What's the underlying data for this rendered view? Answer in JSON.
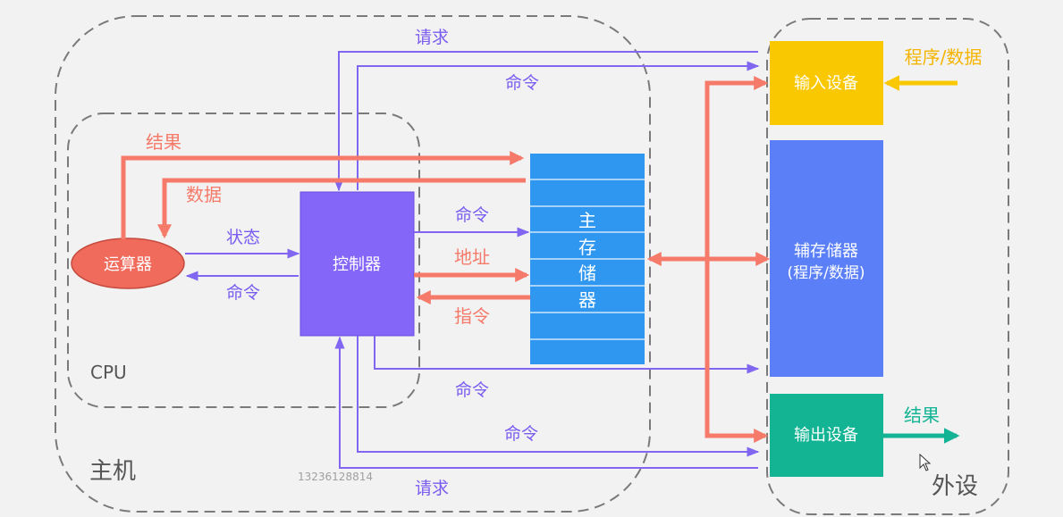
{
  "regions": {
    "host": "主机",
    "cpu": "CPU",
    "peripheral": "外设"
  },
  "blocks": {
    "alu": "运算器",
    "controller": "控制器",
    "main_memory": [
      "主",
      "存",
      "储",
      "器"
    ],
    "input_device": "输入设备",
    "aux_storage": "辅存储器",
    "aux_storage_sub": "(程序/数据)",
    "output_device": "输出设备"
  },
  "labels": {
    "request_top": "请求",
    "command_top": "命令",
    "result": "结果",
    "data": "数据",
    "status": "状态",
    "command_alu": "命令",
    "command_mem": "命令",
    "address": "地址",
    "instruction": "指令",
    "command_low1": "命令",
    "command_low2": "命令",
    "request_bottom": "请求",
    "program_data": "程序/数据",
    "output_result": "结果",
    "watermark": "13236128814"
  },
  "colors": {
    "purple": "#8066f0",
    "salmon": "#f57a6a",
    "alu_fill": "#f06b5c",
    "controller_fill": "#8466f8",
    "memory_fill": "#2f97f0",
    "input_fill": "#fac800",
    "aux_fill": "#5b7ff7",
    "output_fill": "#12b494",
    "yellow_text": "#f5b400",
    "green_text": "#12b494",
    "dash": "#7a7a7a"
  }
}
